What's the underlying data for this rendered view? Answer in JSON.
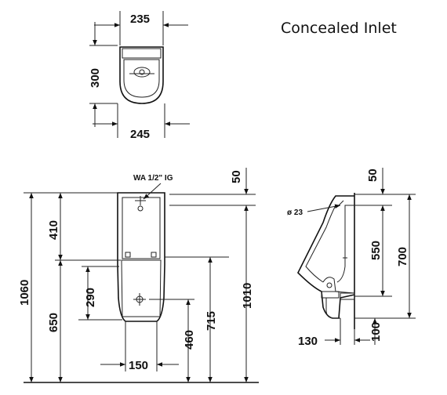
{
  "title": "Concealed Inlet",
  "top_view": {
    "width_top": "235",
    "depth": "300",
    "width_bottom": "245"
  },
  "front_view": {
    "inlet_label": "WA  1/2\" IG",
    "overall_height": "1060",
    "upper_height": "410",
    "lower_height": "650",
    "outlet_height": "290",
    "trap_height": "460",
    "mid_height": "715",
    "fixing_height": "1010",
    "top_offset": "50",
    "base_width": "150"
  },
  "side_view": {
    "pipe_diameter": "ø 23",
    "top_offset": "50",
    "inner_height": "550",
    "total_height": "700",
    "projection": "130",
    "outlet_offset": "100"
  }
}
